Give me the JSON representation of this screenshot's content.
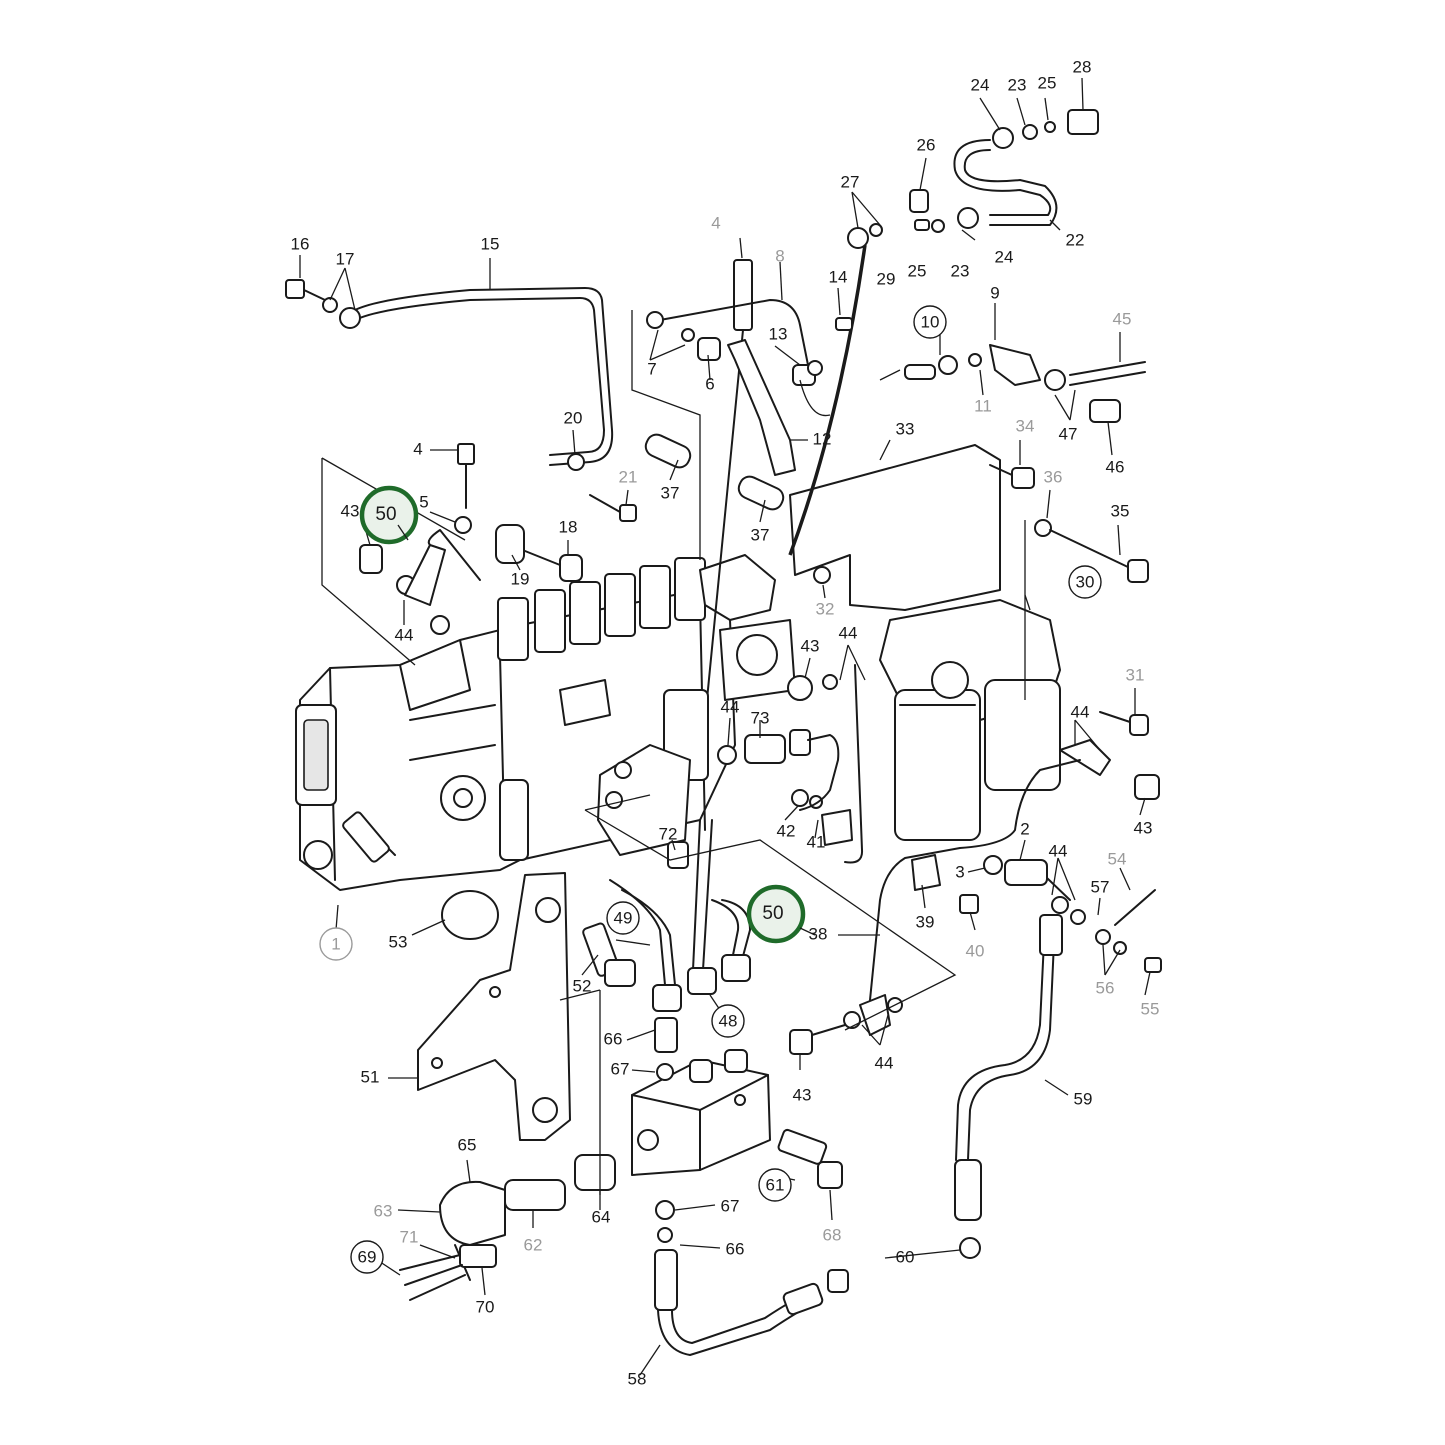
{
  "diagram": {
    "accent_color": "#1f6b2a",
    "labels": [
      {
        "id": "l28",
        "text": "28",
        "grey": false
      },
      {
        "id": "l24a",
        "text": "24",
        "grey": false
      },
      {
        "id": "l23a",
        "text": "23",
        "grey": false
      },
      {
        "id": "l25a",
        "text": "25",
        "grey": false
      },
      {
        "id": "l26",
        "text": "26",
        "grey": false
      },
      {
        "id": "l27",
        "text": "27",
        "grey": false
      },
      {
        "id": "l29",
        "text": "29",
        "grey": false
      },
      {
        "id": "l25b",
        "text": "25",
        "grey": false
      },
      {
        "id": "l23b",
        "text": "23",
        "grey": false
      },
      {
        "id": "l24b",
        "text": "24",
        "grey": false
      },
      {
        "id": "l22",
        "text": "22",
        "grey": false
      },
      {
        "id": "l16",
        "text": "16",
        "grey": false
      },
      {
        "id": "l17",
        "text": "17",
        "grey": false
      },
      {
        "id": "l15",
        "text": "15",
        "grey": false
      },
      {
        "id": "l4a",
        "text": "4",
        "grey": true
      },
      {
        "id": "l8",
        "text": "8",
        "grey": true
      },
      {
        "id": "l14",
        "text": "14",
        "grey": false
      },
      {
        "id": "l9",
        "text": "9",
        "grey": false
      },
      {
        "id": "l45",
        "text": "45",
        "grey": true
      },
      {
        "id": "l7",
        "text": "7",
        "grey": false
      },
      {
        "id": "l6",
        "text": "6",
        "grey": false
      },
      {
        "id": "l13",
        "text": "13",
        "grey": false
      },
      {
        "id": "l11",
        "text": "11",
        "grey": true
      },
      {
        "id": "l47",
        "text": "47",
        "grey": false
      },
      {
        "id": "l46",
        "text": "46",
        "grey": false
      },
      {
        "id": "l12",
        "text": "12",
        "grey": false
      },
      {
        "id": "l20",
        "text": "20",
        "grey": false
      },
      {
        "id": "l4b",
        "text": "4",
        "grey": false
      },
      {
        "id": "l33",
        "text": "33",
        "grey": false
      },
      {
        "id": "l34",
        "text": "34",
        "grey": true
      },
      {
        "id": "l21",
        "text": "21",
        "grey": true
      },
      {
        "id": "l37a",
        "text": "37",
        "grey": false
      },
      {
        "id": "l36",
        "text": "36",
        "grey": true
      },
      {
        "id": "l5",
        "text": "5",
        "grey": false
      },
      {
        "id": "l43a",
        "text": "43",
        "grey": false
      },
      {
        "id": "l18",
        "text": "18",
        "grey": false
      },
      {
        "id": "l37b",
        "text": "37",
        "grey": false
      },
      {
        "id": "l35",
        "text": "35",
        "grey": false
      },
      {
        "id": "l19",
        "text": "19",
        "grey": false
      },
      {
        "id": "l32",
        "text": "32",
        "grey": true
      },
      {
        "id": "l44a",
        "text": "44",
        "grey": false
      },
      {
        "id": "l43b",
        "text": "43",
        "grey": false
      },
      {
        "id": "l44b",
        "text": "44",
        "grey": false
      },
      {
        "id": "l31",
        "text": "31",
        "grey": true
      },
      {
        "id": "l44c",
        "text": "44",
        "grey": false
      },
      {
        "id": "l73",
        "text": "73",
        "grey": false
      },
      {
        "id": "l44d",
        "text": "44",
        "grey": false
      },
      {
        "id": "l43c",
        "text": "43",
        "grey": false
      },
      {
        "id": "l42",
        "text": "42",
        "grey": false
      },
      {
        "id": "l41",
        "text": "41",
        "grey": false
      },
      {
        "id": "l72",
        "text": "72",
        "grey": false
      },
      {
        "id": "l2",
        "text": "2",
        "grey": false
      },
      {
        "id": "l3",
        "text": "3",
        "grey": false
      },
      {
        "id": "l44e",
        "text": "44",
        "grey": false
      },
      {
        "id": "l54",
        "text": "54",
        "grey": true
      },
      {
        "id": "l57",
        "text": "57",
        "grey": false
      },
      {
        "id": "l39",
        "text": "39",
        "grey": false
      },
      {
        "id": "l40",
        "text": "40",
        "grey": true
      },
      {
        "id": "l38",
        "text": "38",
        "grey": false
      },
      {
        "id": "l56",
        "text": "56",
        "grey": true
      },
      {
        "id": "l55",
        "text": "55",
        "grey": true
      },
      {
        "id": "l53",
        "text": "53",
        "grey": false
      },
      {
        "id": "l52",
        "text": "52",
        "grey": false
      },
      {
        "id": "l66a",
        "text": "66",
        "grey": false
      },
      {
        "id": "l67a",
        "text": "67",
        "grey": false
      },
      {
        "id": "l43d",
        "text": "43",
        "grey": false
      },
      {
        "id": "l44f",
        "text": "44",
        "grey": false
      },
      {
        "id": "l51",
        "text": "51",
        "grey": false
      },
      {
        "id": "l59",
        "text": "59",
        "grey": false
      },
      {
        "id": "l65",
        "text": "65",
        "grey": false
      },
      {
        "id": "l63",
        "text": "63",
        "grey": true
      },
      {
        "id": "l62",
        "text": "62",
        "grey": true
      },
      {
        "id": "l64",
        "text": "64",
        "grey": false
      },
      {
        "id": "l67b",
        "text": "67",
        "grey": false
      },
      {
        "id": "l68",
        "text": "68",
        "grey": true
      },
      {
        "id": "l71",
        "text": "71",
        "grey": true
      },
      {
        "id": "l66b",
        "text": "66",
        "grey": false
      },
      {
        "id": "l60",
        "text": "60",
        "grey": false
      },
      {
        "id": "l70",
        "text": "70",
        "grey": false
      },
      {
        "id": "l58",
        "text": "58",
        "grey": false
      }
    ],
    "circled_labels": [
      {
        "id": "c10",
        "text": "10",
        "grey": false
      },
      {
        "id": "c30",
        "text": "30",
        "grey": false
      },
      {
        "id": "c1",
        "text": "1",
        "grey": true
      },
      {
        "id": "c49",
        "text": "49",
        "grey": false
      },
      {
        "id": "c48",
        "text": "48",
        "grey": false
      },
      {
        "id": "c61",
        "text": "61",
        "grey": false
      },
      {
        "id": "c69",
        "text": "69",
        "grey": false
      }
    ],
    "highlighted_callouts": [
      {
        "id": "h50a",
        "text": "50"
      },
      {
        "id": "h50b",
        "text": "50"
      }
    ]
  }
}
